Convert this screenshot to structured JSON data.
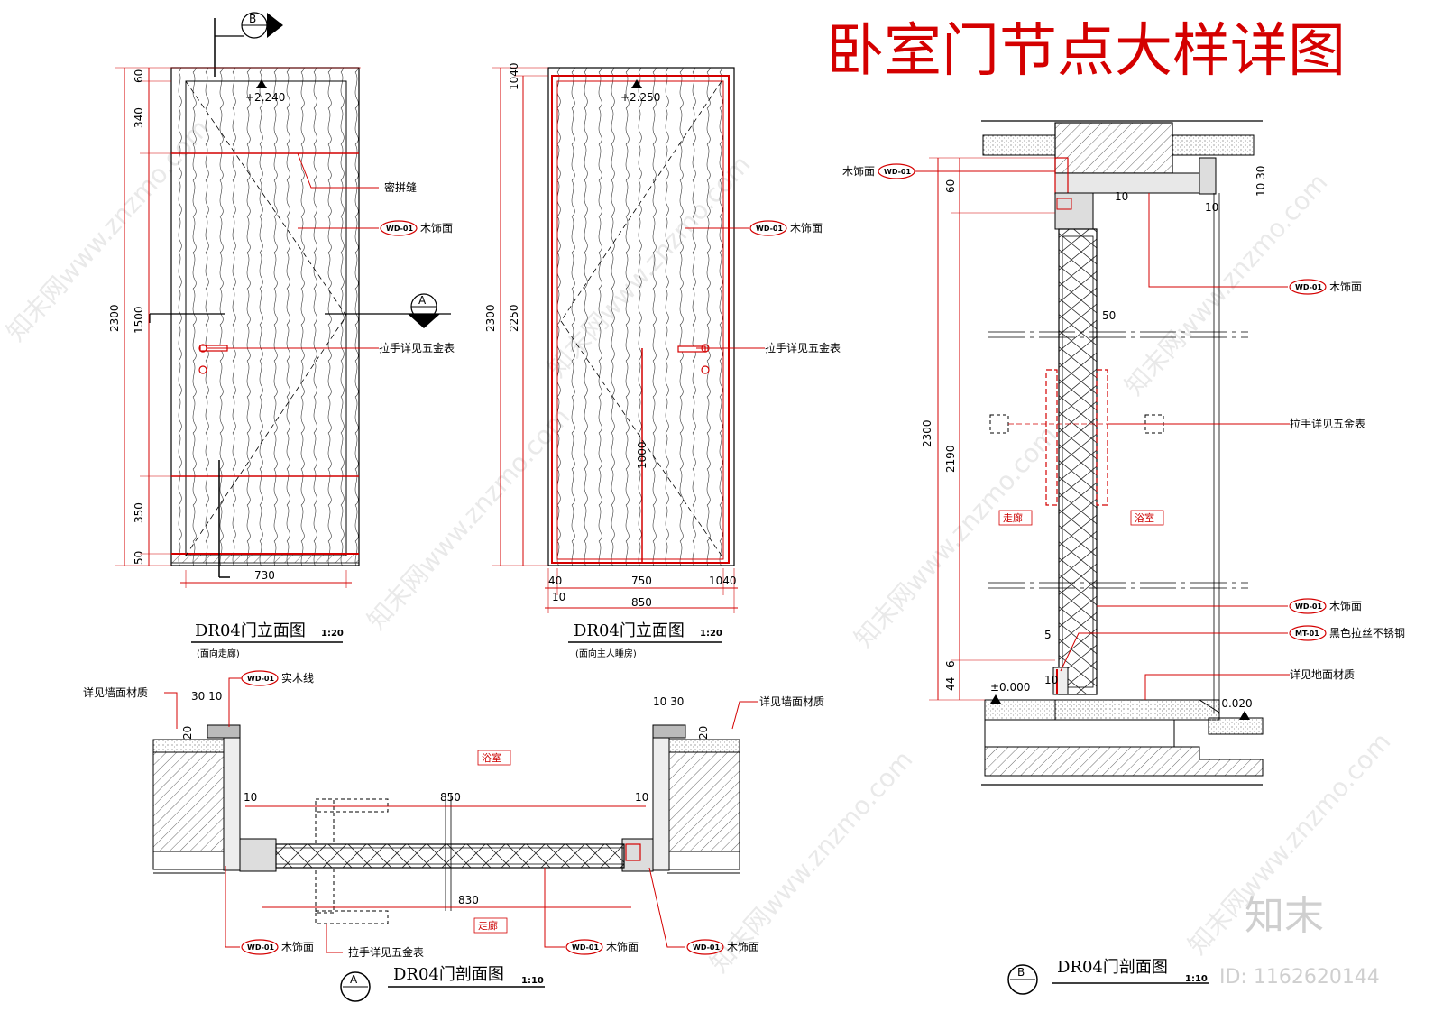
{
  "title": "卧室门节点大样详图",
  "wd_tag": "WD-01",
  "mt_tag": "MT-01",
  "labels": {
    "seam": "密拼缝",
    "wood_face": "木饰面",
    "handle": "拉手详见五金表",
    "solid_wood_line": "实木线",
    "wall_material": "详见墙面材质",
    "floor_material": "详见地面材质",
    "black_steel": "黑色拉丝不锈钢",
    "corridor": "走廊",
    "bathroom": "浴室"
  },
  "elev1": {
    "caption": "DR04门立面图",
    "scale": "1:20",
    "subtitle": "(面向走廊)",
    "level": "+2.240",
    "marker": "B",
    "dims": {
      "d60": "60",
      "d340": "340",
      "d1500": "1500",
      "d350": "350",
      "d50": "50",
      "d2300": "2300",
      "d730": "730"
    }
  },
  "elev2": {
    "caption": "DR04门立面图",
    "scale": "1:20",
    "subtitle": "(面向主人睡房)",
    "level": "+2.250",
    "dims": {
      "d1040": "1040",
      "d2300": "2300",
      "d2250": "2250",
      "d1000": "1000",
      "d40": "40",
      "d750": "750",
      "d1040b": "1040",
      "d10": "10",
      "d850": "850"
    }
  },
  "secA": {
    "caption": "DR04门剖面图",
    "scale": "1:10",
    "marker": "A",
    "dims": {
      "d30_10": "30 10",
      "d10_30": "10 30",
      "d20": "20",
      "d10": "10",
      "d850": "850",
      "d830": "830"
    }
  },
  "secB": {
    "caption": "DR04门剖面图",
    "scale": "1:10",
    "marker": "B",
    "level0": "±0.000",
    "level1": "-0.020",
    "dims": {
      "d10_30": "10 30",
      "d60": "60",
      "d10": "10",
      "d50": "50",
      "d2300": "2300",
      "d2190": "2190",
      "d5": "5",
      "d6": "6",
      "d44": "44"
    }
  },
  "watermark": {
    "text": "知末网www.znzmo.com",
    "logo": "知末",
    "id": "ID: 1162620144"
  },
  "colors": {
    "accent": "#d40000",
    "line": "#000000"
  }
}
